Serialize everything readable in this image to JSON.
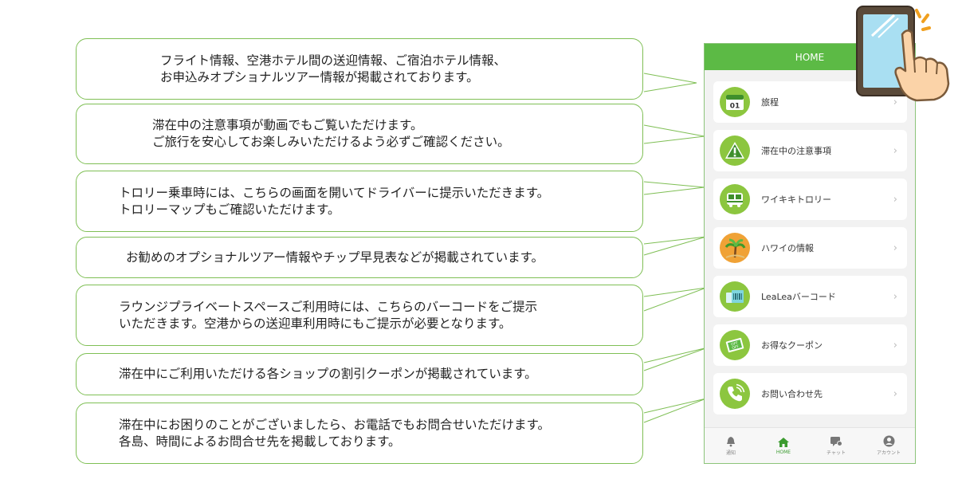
{
  "callouts": [
    {
      "lines": [
        "フライト情報、空港ホテル間の送迎情報、ご宿泊ホテル情報、",
        "お申込みオプショナルツアー情報が掲載されております。"
      ]
    },
    {
      "lines": [
        "滞在中の注意事項が動画でもご覧いただけます。",
        "ご旅行を安心してお楽しみいただけるよう必ずご確認ください。"
      ]
    },
    {
      "lines": [
        "トロリー乗車時には、こちらの画面を開いてドライバーに提示いただきます。",
        "トロリーマップもご確認いただけます。"
      ]
    },
    {
      "lines": [
        "お勧めのオプショナルツアー情報やチップ早見表などが掲載されています。"
      ]
    },
    {
      "lines": [
        "ラウンジプライベートスペースご利用時には、こちらのバーコードをご提示",
        "いただきます。空港からの送迎車利用時にもご提示が必要となります。"
      ]
    },
    {
      "lines": [
        "滞在中にご利用いただける各ショップの割引クーポンが掲載されています。"
      ]
    },
    {
      "lines": [
        "滞在中にお困りのことがございましたら、お電話でもお問合せいただけます。",
        "各島、時間によるお問合せ先を掲載しております。"
      ]
    }
  ],
  "phone": {
    "header_title": "HOME",
    "calendar_day": "01",
    "menu": [
      {
        "label": "旅程",
        "icon": "calendar-icon"
      },
      {
        "label": "滞在中の注意事項",
        "icon": "warning-icon"
      },
      {
        "label": "ワイキキトロリー",
        "icon": "trolley-icon"
      },
      {
        "label": "ハワイの情報",
        "icon": "palm-tree-icon"
      },
      {
        "label": "LeaLeaバーコード",
        "icon": "barcode-icon"
      },
      {
        "label": "お得なクーポン",
        "icon": "coupon-icon"
      },
      {
        "label": "お問い合わせ先",
        "icon": "phone-call-icon"
      }
    ],
    "coupon_text": [
      "OFF",
      "OFF"
    ],
    "chevron": "›",
    "tabs": [
      {
        "label": "通知",
        "icon": "bell-icon"
      },
      {
        "label": "HOME",
        "icon": "home-icon"
      },
      {
        "label": "チャット",
        "icon": "chat-icon"
      },
      {
        "label": "アカウント",
        "icon": "account-icon"
      }
    ]
  },
  "colors": {
    "accent": "#5cba45",
    "bubble_border": "#7fbf55",
    "icon_green": "#8cc63f"
  }
}
